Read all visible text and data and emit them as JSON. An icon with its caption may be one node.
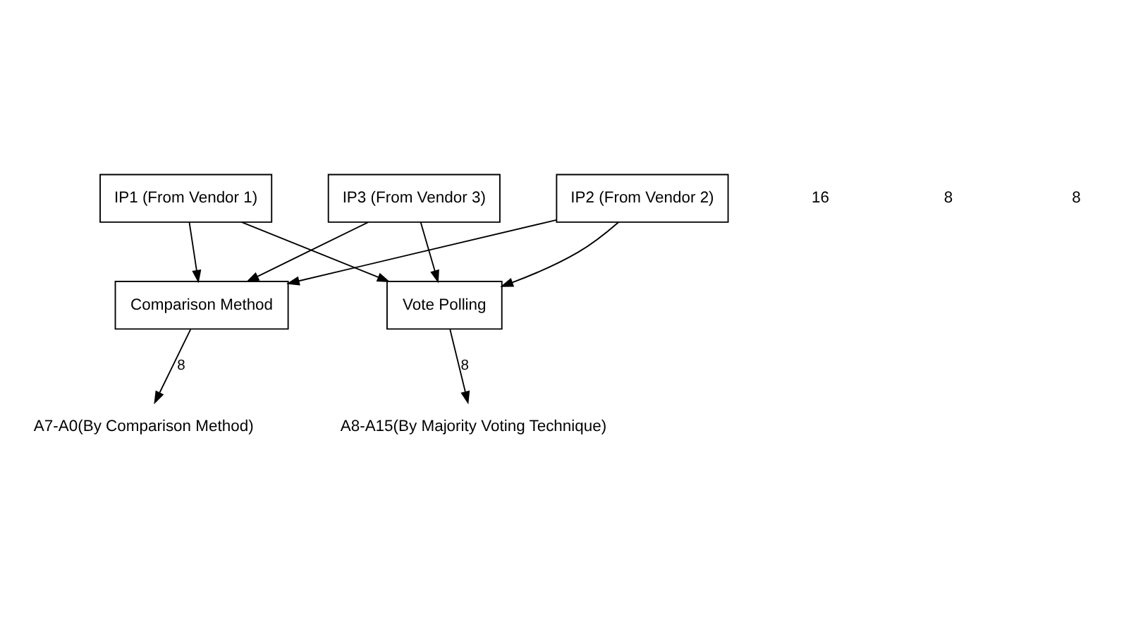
{
  "diagram": {
    "nodes": [
      {
        "text": [
          "IP1 (From Vendor 1)"
        ]
      },
      {
        "text": [
          "IP2 (From Vendor 2)"
        ]
      },
      {
        "text": [
          "IP3 (From Vendor 3)"
        ]
      },
      {
        "text": [
          "Vote Polling"
        ]
      },
      {
        "text": [
          "Comparison Method"
        ]
      },
      {
        "text": [
          "A8-A15(By Majority Voting Technique)"
        ]
      },
      {
        "text": [
          "A7-A0(By Comparison Method)"
        ]
      }
    ],
    "edges": [
      {
        "from": 0,
        "to": 3,
        "arrow": "to"
      },
      {
        "from": 1,
        "to": 3,
        "arrow": "to"
      },
      {
        "from": 2,
        "to": 3,
        "arrow": "to"
      },
      {
        "from": 0,
        "to": 4,
        "arrow": "to"
      },
      {
        "from": 1,
        "to": 4,
        "arrow": "to"
      },
      {
        "from": 2,
        "to": 4,
        "arrow": "to"
      },
      {
        "from": 3,
        "to": 5,
        "label": "8",
        "arrow": "to"
      },
      {
        "from": 4,
        "to": 6,
        "label": "8",
        "arrow": "to"
      }
    ],
    "labels": [
      "16",
      "8",
      "8"
    ]
  }
}
